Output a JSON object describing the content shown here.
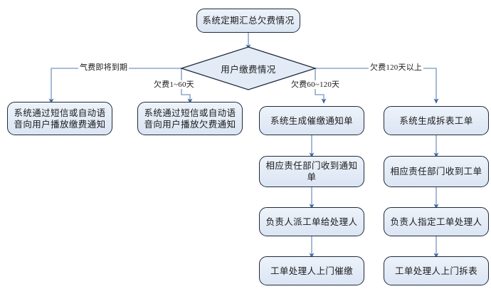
{
  "diagram": {
    "type": "flowchart",
    "title_node": "系统定期汇总欠费情况",
    "decision": "用户缴费情况",
    "colors": {
      "node_fill_top": "#eef3fa",
      "node_fill_bottom": "#dbe5f3",
      "node_border": "#1f2b3d",
      "connector": "#8fa9cc",
      "arrow": "#3a66a8",
      "background": "#ffffff"
    },
    "edge_labels": {
      "branch1": "气费即将到期",
      "branch2": "欠费1~60天",
      "branch3": "欠费60~120天",
      "branch4": "欠费120天以上"
    },
    "branches": [
      {
        "label": "气费即将到期",
        "nodes": [
          "系统通过短信或自动语音向用户播放缴费通知"
        ]
      },
      {
        "label": "欠费1~60天",
        "nodes": [
          "系统通过短信或自动语音向用户播放欠费通知"
        ]
      },
      {
        "label": "欠费60~120天",
        "nodes": [
          "系统生成催缴通知单",
          "相应责任部门收到通知单",
          "负责人派工单给处理人",
          "工单处理人上门催缴"
        ]
      },
      {
        "label": "欠费120天以上",
        "nodes": [
          "系统生成拆表工单",
          "相应责任部门收到工单",
          "负责人指定工单处理人",
          "工单处理人上门拆表"
        ]
      }
    ],
    "node_lines": {
      "b1n1_l1": "系统通过短信或自动语",
      "b1n1_l2": "音向用户播放缴费通知",
      "b2n1_l1": "系统通过短信或自动语",
      "b2n1_l2": "音向用户播放欠费通知",
      "b3n1": "系统生成催缴通知单",
      "b3n2_l1": "相应责任部门收到通知",
      "b3n2_l2": "单",
      "b3n3": "负责人派工单给处理人",
      "b3n4": "工单处理人上门催缴",
      "b4n1": "系统生成拆表工单",
      "b4n2": "相应责任部门收到工单",
      "b4n3": "负责人指定工单处理人",
      "b4n4": "工单处理人上门拆表"
    }
  }
}
